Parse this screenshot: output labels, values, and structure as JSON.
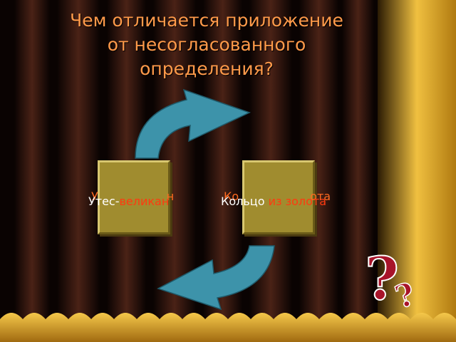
{
  "slide": {
    "title_lines": [
      "Чем отличается приложение",
      "от несогласованного",
      "определения?"
    ],
    "examples": [
      {
        "plain": "Утес-",
        "accent": "великан"
      },
      {
        "plain": "Кольцо ",
        "accent": "из золота"
      }
    ],
    "ghost_labels": [
      "У",
      "н",
      "Ко",
      "ота"
    ]
  },
  "colors": {
    "title": "#ff9a4a",
    "accent": "#ff3a10",
    "card": "#a08c2f",
    "arrow": "#3d93aa",
    "curtain": "#3a1810",
    "gold": "#d4a22a",
    "question": "#a8142a"
  },
  "icons": [
    "cycle-arrow-top-icon",
    "cycle-arrow-bottom-icon",
    "question-marks-icon"
  ]
}
